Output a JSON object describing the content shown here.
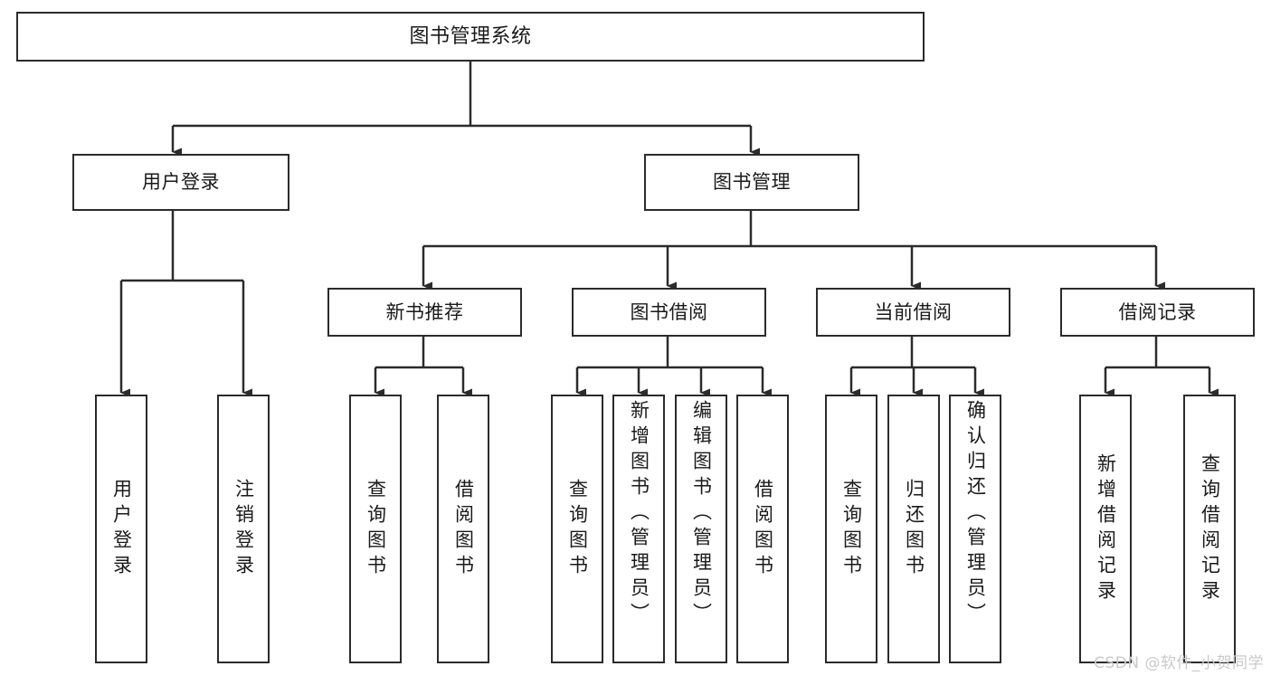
{
  "diagram": {
    "title": "图书管理系统",
    "type": "tree-hierarchy",
    "watermark": "CSDN @软件_小贺同学",
    "colors": {
      "stroke": "#2b2b2b",
      "fill": "#ffffff",
      "text": "#1a1a1a",
      "watermark": "#c9c9c9"
    },
    "nodes": {
      "root": {
        "label": "图书管理系统"
      },
      "level1": [
        {
          "id": "user-login",
          "label": "用户登录"
        },
        {
          "id": "book-manage",
          "label": "图书管理"
        }
      ],
      "level2": [
        {
          "id": "new-book-recommend",
          "label": "新书推荐"
        },
        {
          "id": "book-borrow",
          "label": "图书借阅"
        },
        {
          "id": "current-borrow",
          "label": "当前借阅"
        },
        {
          "id": "borrow-record",
          "label": "借阅记录"
        }
      ],
      "leaves": {
        "user-login": [
          {
            "id": "leaf-user-login",
            "label": "用户登录"
          },
          {
            "id": "leaf-logout",
            "label": "注销登录"
          }
        ],
        "new-book-recommend": [
          {
            "id": "leaf-query-book-1",
            "label": "查询图书"
          },
          {
            "id": "leaf-borrow-book-1",
            "label": "借阅图书"
          }
        ],
        "book-borrow": [
          {
            "id": "leaf-query-book-2",
            "label": "查询图书"
          },
          {
            "id": "leaf-add-book",
            "label": "新增图书（管理员）"
          },
          {
            "id": "leaf-edit-book",
            "label": "编辑图书（管理员）"
          },
          {
            "id": "leaf-borrow-book-2",
            "label": "借阅图书"
          }
        ],
        "current-borrow": [
          {
            "id": "leaf-query-book-3",
            "label": "查询图书"
          },
          {
            "id": "leaf-return-book",
            "label": "归还图书"
          },
          {
            "id": "leaf-confirm-return",
            "label": "确认归还（管理员）"
          }
        ],
        "borrow-record": [
          {
            "id": "leaf-add-record",
            "label": "新增借阅记录"
          },
          {
            "id": "leaf-query-record",
            "label": "查询借阅记录"
          }
        ]
      }
    }
  }
}
